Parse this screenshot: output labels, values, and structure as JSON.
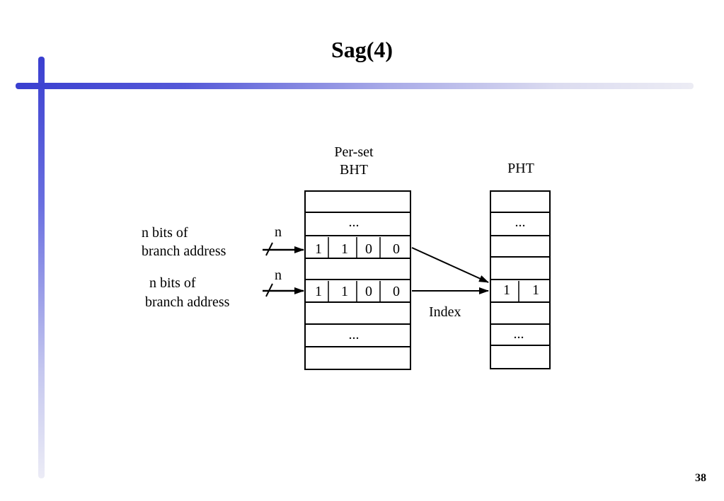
{
  "slide": {
    "title": "Sag(4)",
    "page_number": "38"
  },
  "diagram": {
    "bht_label_line1": "Per-set",
    "bht_label_line2": "BHT",
    "pht_label": "PHT",
    "input1": {
      "line1": "n bits of",
      "line2": "branch address",
      "bus_width": "n"
    },
    "input2": {
      "line1": "n bits of",
      "line2": "branch address",
      "bus_width": "n"
    },
    "bht_dots_top": "...",
    "bht_dots_bottom": "...",
    "bht_row1_bits": [
      "1",
      "1",
      "0",
      "0"
    ],
    "bht_row2_bits": [
      "1",
      "1",
      "0",
      "0"
    ],
    "pht_dots_top": "...",
    "pht_dots_bottom": "...",
    "pht_entry_bits": [
      "1",
      "1"
    ],
    "index_label": "Index"
  }
}
